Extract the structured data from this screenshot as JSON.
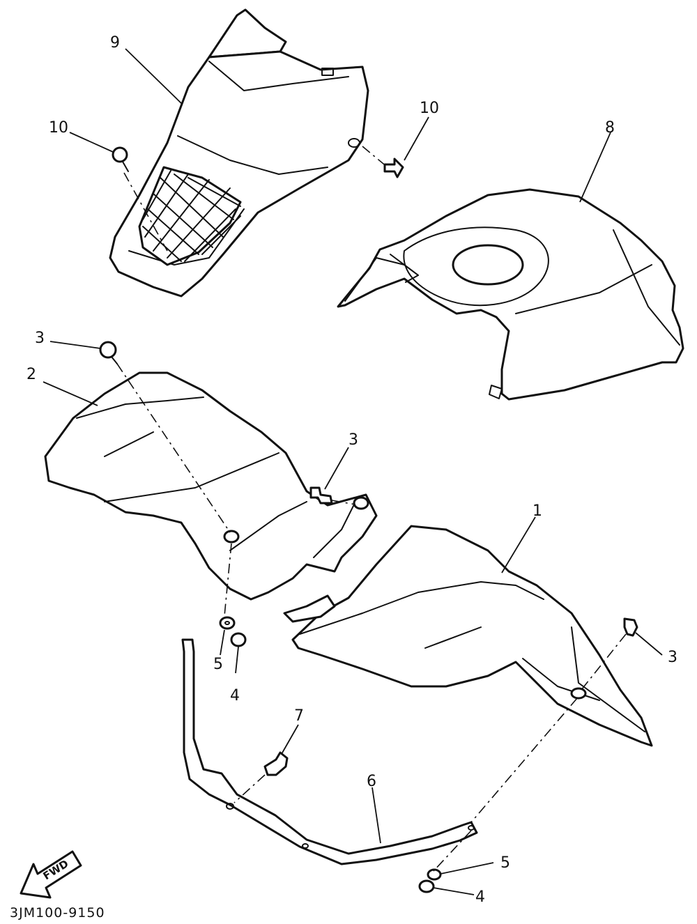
{
  "diagram": {
    "drawing_code": "3JM100-9150",
    "direction_label": "FWD",
    "callouts": {
      "c1": "1",
      "c2": "2",
      "c3a": "3",
      "c3b": "3",
      "c3c": "3",
      "c4a": "4",
      "c4b": "4",
      "c5a": "5",
      "c5b": "5",
      "c6": "6",
      "c7": "7",
      "c8": "8",
      "c9": "9",
      "c10a": "10",
      "c10b": "10"
    }
  }
}
